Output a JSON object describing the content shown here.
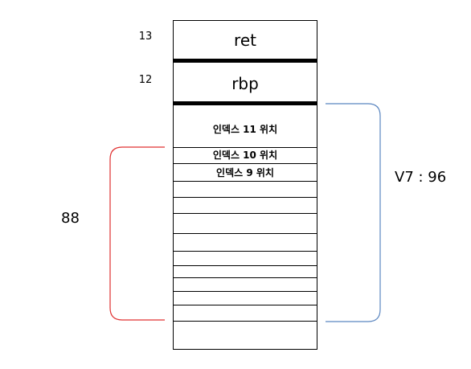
{
  "stack": {
    "slots": {
      "ret": "ret",
      "rbp": "rbp",
      "index_11": "인덱스 11 위치",
      "index_10": "인덱스 10 위치",
      "index_9": "인덱스 9 위치"
    }
  },
  "side_numbers": {
    "ret_index": "13",
    "rbp_index": "12"
  },
  "brackets": {
    "left_label": "88",
    "right_label": "V7 : 96",
    "left_color": "#e03030",
    "right_color": "#5b86c0"
  }
}
